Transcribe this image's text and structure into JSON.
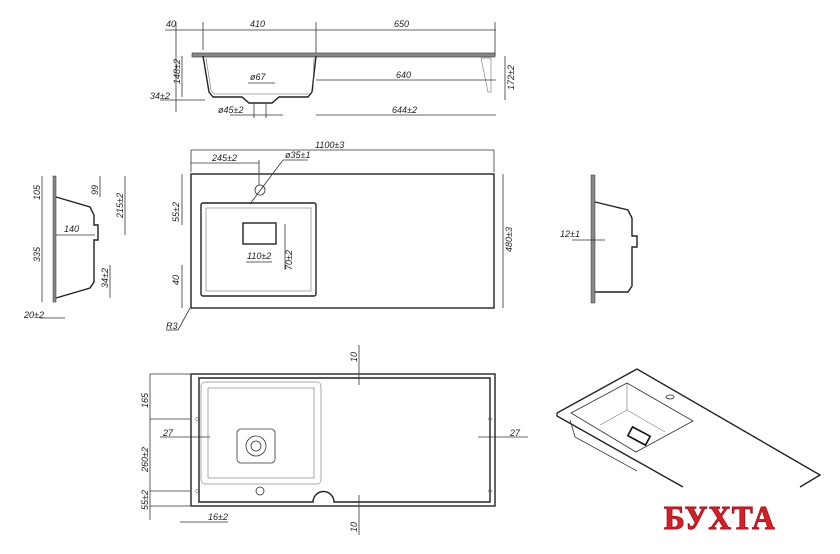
{
  "views": {
    "side_view": {
      "top_dims": [
        "40",
        "410",
        "650"
      ],
      "inner_dims": [
        "640",
        "644±2",
        "ø67",
        "ø45±2"
      ],
      "left_dims": [
        "148±2",
        "34±2"
      ],
      "right_dims": [
        "172±2"
      ]
    },
    "top_view": {
      "overall_width": "1100±3",
      "overall_depth": "480±3",
      "tap_offset": "245±2",
      "tap_hole": "ø35±1",
      "tap_depth": "55±2",
      "edge_offset": "40",
      "corner_radius": "R3",
      "drain_width": "110±2",
      "drain_height": "70±2"
    },
    "end_section": {
      "dims": [
        "105",
        "99",
        "215±2",
        "140",
        "335",
        "34±2",
        "20±2"
      ]
    },
    "right_section": {
      "dims": [
        "12±1"
      ]
    },
    "bottom_view": {
      "dims": [
        "10",
        "165",
        "27",
        "260±2",
        "27",
        "55±2",
        "16±2",
        "10"
      ]
    }
  },
  "logo": {
    "text": "БУХТА",
    "color": "#d62028"
  }
}
